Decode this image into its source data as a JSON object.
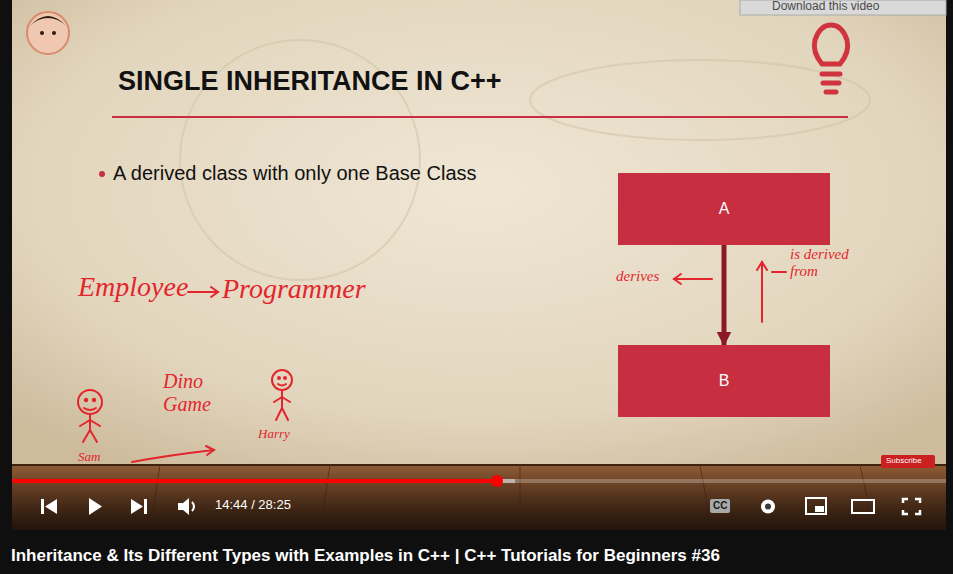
{
  "diagram": {
    "title": "SINGLE INHERITANCE IN C++",
    "caption": "Inheritance & Its Different Types with Examples in C++ | C++ Tutorials for Beginners #36",
    "nodes": [
      {
        "text": [
          "A"
        ]
      },
      {
        "text": [
          "B"
        ]
      }
    ],
    "edges": [
      {
        "from": 0,
        "to": 1,
        "arrow": "to"
      }
    ],
    "labels": [
      "Download this video",
      "A derived class with only one Base Class",
      "Employee",
      "Programmer",
      "derives",
      "is derived from",
      "Dino Game",
      "Sam",
      "Harry",
      "Subscribe",
      "CC",
      "14:44 / 28:25"
    ]
  }
}
